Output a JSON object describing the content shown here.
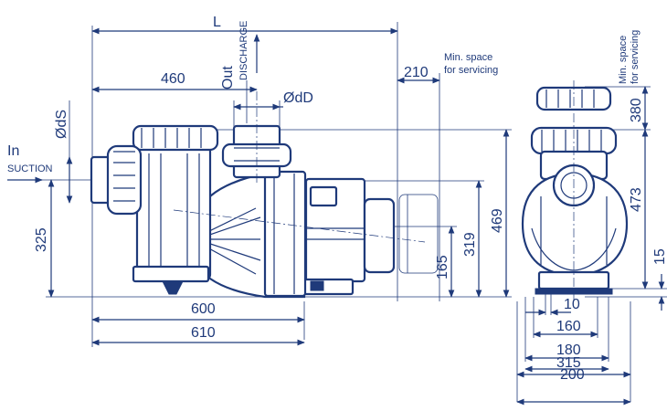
{
  "colors": {
    "line": "#1f3a7a",
    "background": "#ffffff"
  },
  "side_view": {
    "labels": {
      "L": "L",
      "discharge": "DISCHARGE",
      "out": "Out",
      "od_D": "ØdD",
      "od_S": "ØdS",
      "in": "In",
      "suction": "SUCTION",
      "min_space_line1": "Min. space",
      "min_space_line2": "for servicing"
    },
    "dimensions": {
      "d460": "460",
      "d210": "210",
      "d325": "325",
      "d469": "469",
      "d319": "319",
      "d165": "165",
      "d600": "600",
      "d610": "610"
    }
  },
  "front_view": {
    "labels": {
      "min_space_line1": "Min. space",
      "min_space_line2": "for servicing"
    },
    "dimensions": {
      "d380": "380",
      "d473": "473",
      "d15": "15",
      "d10": "10",
      "d160": "160",
      "d180": "180",
      "d315": "315",
      "d200": "200"
    }
  }
}
